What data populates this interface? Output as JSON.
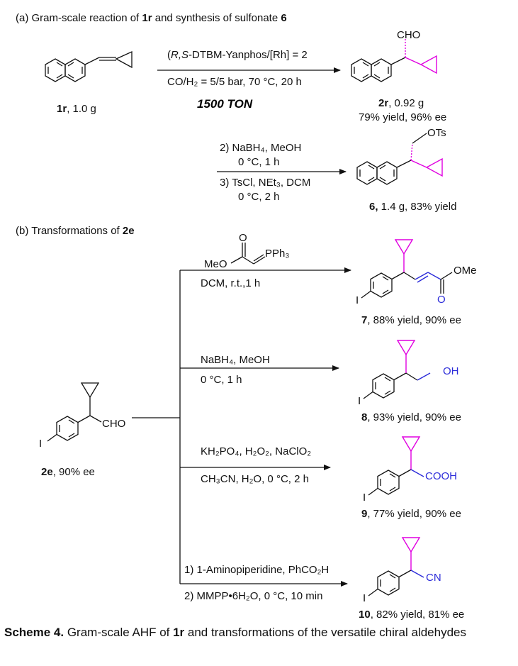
{
  "section_a": {
    "title_prefix": "(a) Gram-scale reaction of ",
    "title_bold1": "1r",
    "title_mid": " and synthesis of sulfonate ",
    "title_bold2": "6",
    "sm_label_bold": "1r",
    "sm_label_rest": ", 1.0 g",
    "cond1_ligand_italic": "R,S",
    "cond1_rest": "-DTBM-Yanphos/[Rh] = 2",
    "cond2": "CO/H₂ = 5/5 bar, 70 °C, 20 h",
    "ton": "1500 TON",
    "p_label_bold": "2r",
    "p_label_rest": ", 0.92 g",
    "p_yield": "79% yield, 96% ee",
    "p_group": "CHO",
    "step2_line1": "2) NaBH₄, MeOH",
    "step2_line2": "0 °C, 1 h",
    "step2_line3": "3) TsCl, NEt₃, DCM",
    "step2_line4": "0 °C, 2 h",
    "p6_group": "OTs",
    "p6_label_bold": "6,",
    "p6_label_rest": " 1.4 g, 83% yield"
  },
  "section_b": {
    "title_prefix": "(b) Transformations of ",
    "title_bold": "2e",
    "sm_group": "CHO",
    "sm_halogen": "I",
    "sm_label_bold": "2e",
    "sm_label_rest": ", 90% ee",
    "r1_reagent_ome": "MeO",
    "r1_reagent_o": "O",
    "r1_reagent_p": "PPh₃",
    "r1_cond": "DCM, r.t.,1 h",
    "p7_ome": "OMe",
    "p7_o": "O",
    "p7_label_bold": "7",
    "p7_label_rest": ", 88% yield, 90% ee",
    "r2_line1": "NaBH₄, MeOH",
    "r2_line2": "0 °C, 1 h",
    "p8_group": "OH",
    "p8_label_bold": "8",
    "p8_label_rest": ", 93% yield, 90% ee",
    "r3_line1": "KH₂PO₄, H₂O₂, NaClO₂",
    "r3_line2": "CH₃CN, H₂O, 0 °C, 2 h",
    "p9_group": "COOH",
    "p9_label_bold": "9",
    "p9_label_rest": ", 77% yield, 90% ee",
    "r4_line1": "1) 1-Aminopiperidine, PhCO₂H",
    "r4_line2": "2) MMPP•6H₂O, 0 °C, 10 min",
    "p10_group": "CN",
    "p10_label_bold": "10",
    "p10_label_rest": ", 82% yield, 81% ee",
    "halogen": "I"
  },
  "caption": {
    "bold1": "Scheme 4.",
    "text1": " Gram-scale AHF of ",
    "bold2": "1r",
    "text2": " and transformations of the versatile chiral aldehydes"
  },
  "colors": {
    "highlight": "#e000e0",
    "new_bond": "#2b2bd9"
  }
}
